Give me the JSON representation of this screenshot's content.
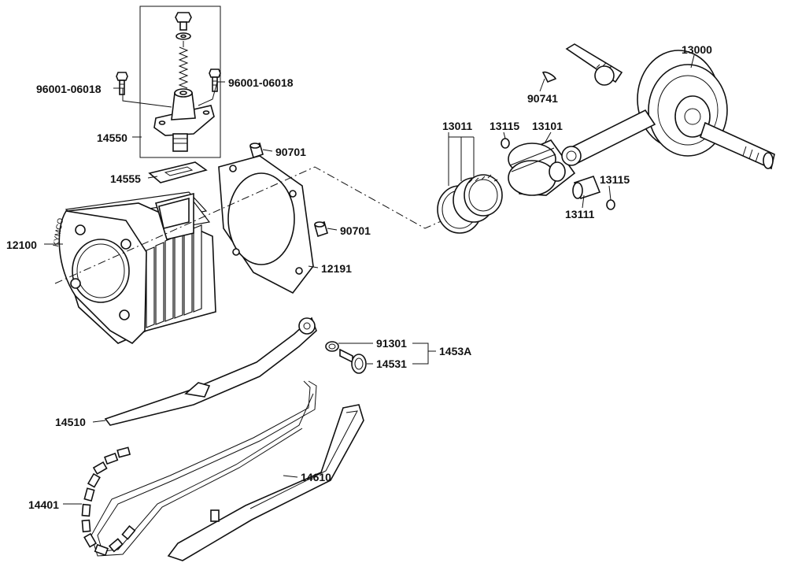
{
  "diagram": {
    "callouts": {
      "p13000": "13000",
      "p90741": "90741",
      "p96001_left": "96001-06018",
      "p96001_right": "96001-06018",
      "p14550": "14550",
      "p13011": "13011",
      "p13115_top": "13115",
      "p13101": "13101",
      "p90701_top": "90701",
      "p14555": "14555",
      "p13115_right": "13115",
      "p13111": "13111",
      "p90701_mid": "90701",
      "p12100": "12100",
      "p12191": "12191",
      "p91301": "91301",
      "p1453A": "1453A",
      "p14531": "14531",
      "p14510": "14510",
      "p14610": "14610",
      "p14401": "14401"
    },
    "cylinder_text": "KYMCO"
  }
}
